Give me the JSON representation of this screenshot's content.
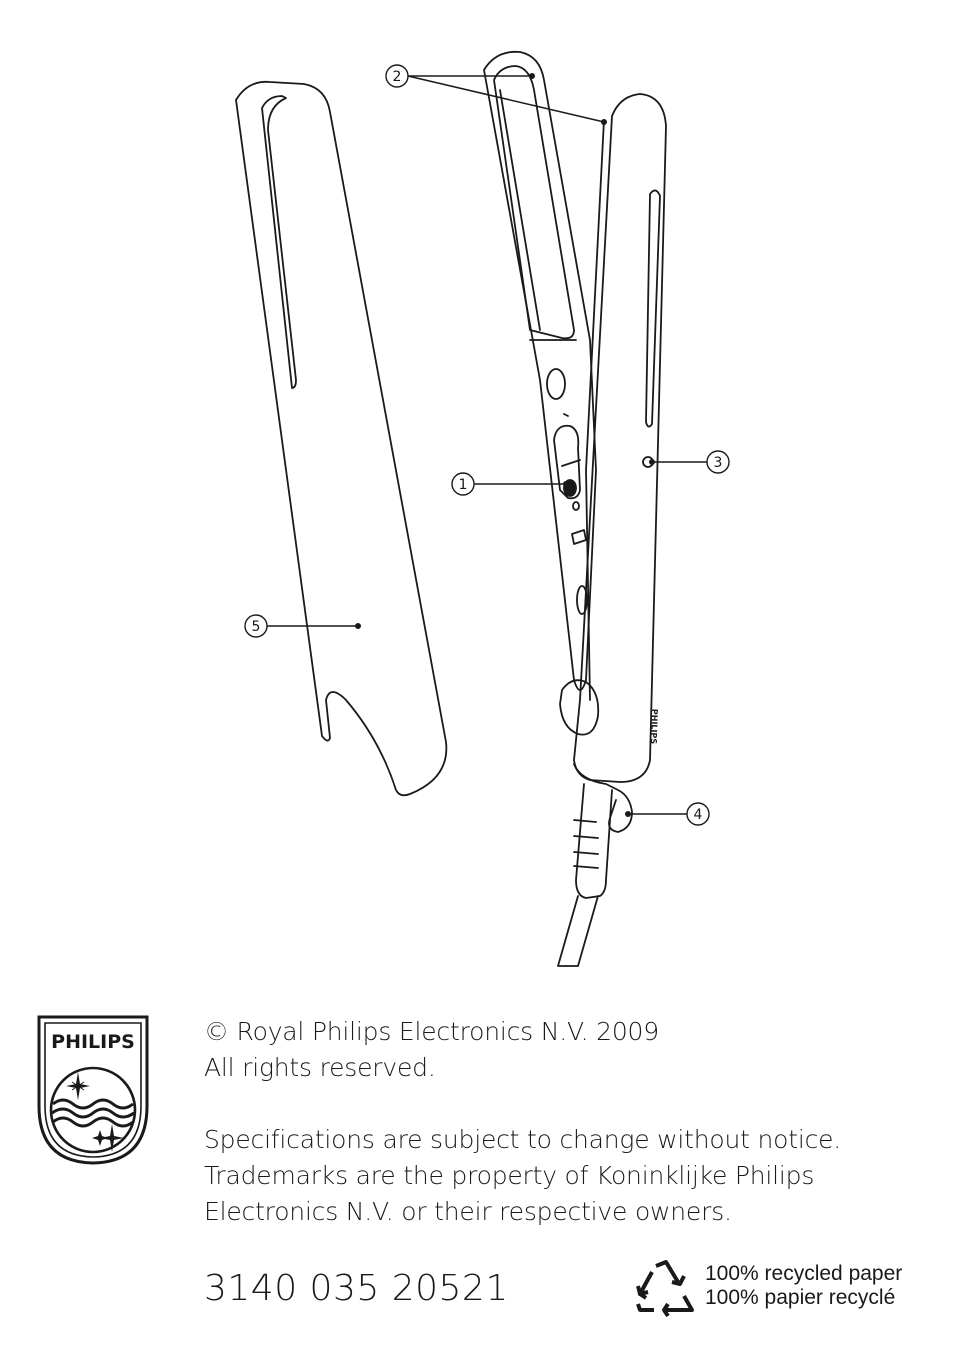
{
  "illustration": {
    "callouts": [
      "1",
      "2",
      "3",
      "4",
      "5"
    ],
    "device_brand": "PHILIPS"
  },
  "logo": {
    "wordmark": "PHILIPS"
  },
  "copyright": {
    "line1": "© Royal Philips Electronics N.V. 2009",
    "line2": "All rights reserved."
  },
  "specs": {
    "line1": "Specifications are subject to change without notice.",
    "line2": "Trademarks are the property of Koninklijke Philips",
    "line3": "Electronics N.V. or their respective owners."
  },
  "part_number": "3140 035 20521",
  "recycling": {
    "line1": "100% recycled paper",
    "line2": "100% papier recyclé",
    "icon": "recycle-icon"
  }
}
